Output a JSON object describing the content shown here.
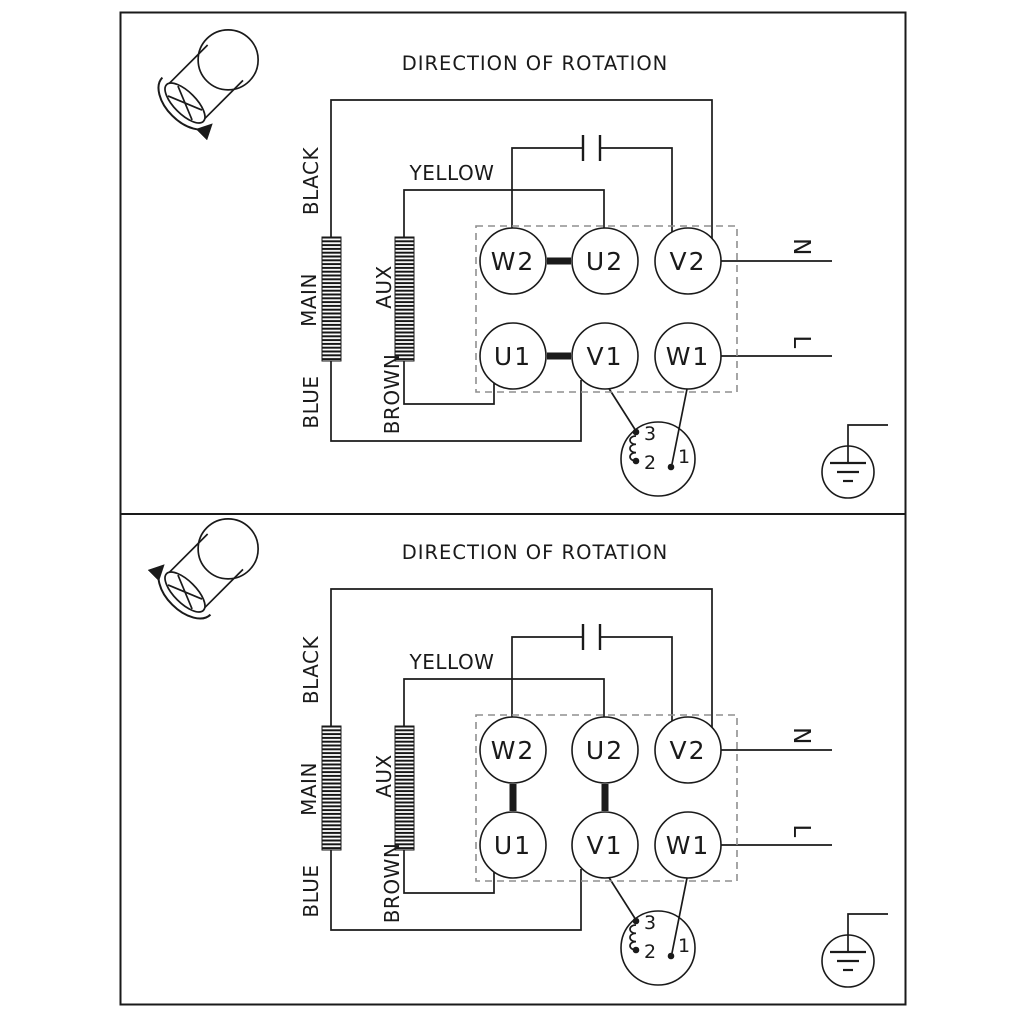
{
  "diagram": {
    "panels": [
      {
        "title": "DIRECTION OF ROTATION",
        "rotation_arrow": "clockwise",
        "labels": {
          "black": "BLACK",
          "yellow": "YELLOW",
          "main": "MAIN",
          "aux": "AUX",
          "brown": "BROWN",
          "blue": "BLUE",
          "neutral": "N",
          "line": "L"
        },
        "terminals": {
          "top_row": [
            "W2",
            "U2",
            "V2"
          ],
          "bottom_row": [
            "U1",
            "V1",
            "W1"
          ]
        },
        "links": [
          [
            "W2",
            "U2"
          ],
          [
            "U1",
            "V1"
          ]
        ],
        "plug_pins": [
          "3",
          "2",
          "1"
        ]
      },
      {
        "title": "DIRECTION OF ROTATION",
        "rotation_arrow": "counter-clockwise",
        "labels": {
          "black": "BLACK",
          "yellow": "YELLOW",
          "main": "MAIN",
          "aux": "AUX",
          "brown": "BROWN",
          "blue": "BLUE",
          "neutral": "N",
          "line": "L"
        },
        "terminals": {
          "top_row": [
            "W2",
            "U2",
            "V2"
          ],
          "bottom_row": [
            "U1",
            "V1",
            "W1"
          ]
        },
        "links": [
          [
            "W2",
            "U1"
          ],
          [
            "U2",
            "V1"
          ]
        ],
        "plug_pins": [
          "3",
          "2",
          "1"
        ]
      }
    ],
    "colors": {
      "line": "#1a1a1a",
      "background": "#ffffff",
      "dashed_box": "#8f8f8f"
    }
  }
}
